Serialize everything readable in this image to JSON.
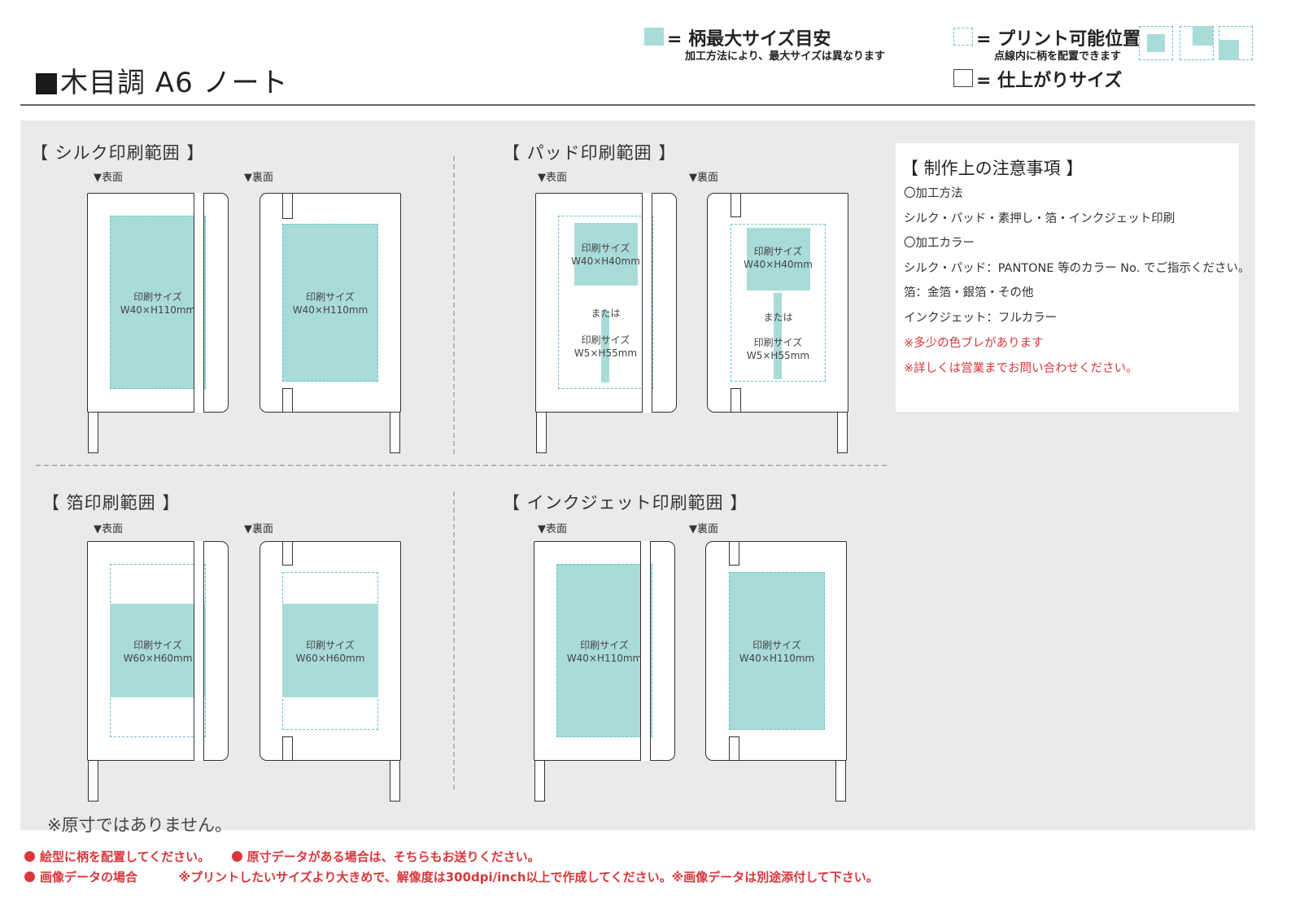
{
  "header": {
    "title": "木目調 A6 ノート"
  },
  "legend": {
    "max_size_label": "= 柄最大サイズ目安",
    "max_size_sub": "加工方法により、最大サイズは異なります",
    "print_pos_label": "= プリント可能位置",
    "print_pos_sub": "点線内に柄を配置できます",
    "finished_label": "= 仕上がりサイズ"
  },
  "sections": {
    "silk": {
      "title": "【 シルク印刷範囲 】",
      "front_label": "▼表面",
      "back_label": "▼裏面",
      "front_size_1": "印刷サイズ",
      "front_size_2": "W40×H110mm",
      "back_size_1": "印刷サイズ",
      "back_size_2": "W40×H110mm"
    },
    "pad": {
      "title": "【 パッド印刷範囲 】",
      "front_label": "▼表面",
      "back_label": "▼裏面",
      "size_a_1": "印刷サイズ",
      "size_a_2": "W40×H40mm",
      "or_text": "または",
      "size_b_1": "印刷サイズ",
      "size_b_2": "W5×H55mm"
    },
    "foil": {
      "title": "【 箔印刷範囲 】",
      "front_label": "▼表面",
      "back_label": "▼裏面",
      "size_1": "印刷サイズ",
      "size_2": "W60×H60mm"
    },
    "inkjet": {
      "title": "【 インクジェット印刷範囲 】",
      "front_label": "▼表面",
      "back_label": "▼裏面",
      "size_1": "印刷サイズ",
      "size_2": "W40×H110mm"
    }
  },
  "notes": {
    "title": "【 制作上の注意事項 】",
    "lines": [
      "〇加工方法",
      "シルク・パッド・素押し・箔・インクジェット印刷",
      "〇加工カラー",
      "シルク・パッド：PANTONE 等のカラー No. でご指示ください。",
      "箔：金箔・銀箔・その他",
      "インクジェット：フルカラー",
      "※多少の色ブレがあります",
      "※詳しくは営業までお問い合わせください。"
    ]
  },
  "disclaimer": "※原寸ではありません。",
  "footer": {
    "line1_a": "絵型に柄を配置してください。",
    "line1_b": "原寸データがある場合は、そちらもお送りください。",
    "line2_a": "画像データの場合",
    "line2_b": "※プリントしたいサイズより大きめで、解像度は300dpi/inch以上で作成してください。※画像データは別途添付して下さい。"
  },
  "colors": {
    "print_area_fill": "#a9dbd9",
    "print_area_dash": "#66c4c6",
    "warning_red": "#d8373b",
    "panel_bg": "#e9eaeb"
  }
}
